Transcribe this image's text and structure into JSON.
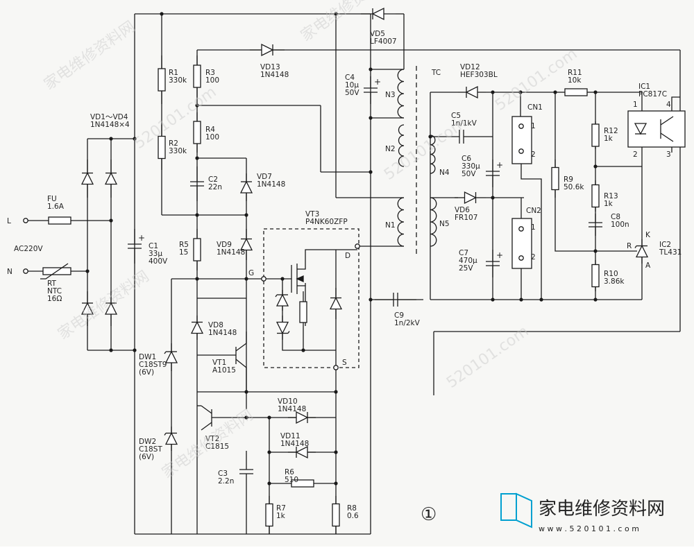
{
  "watermark": {
    "site_cn": "家电维修资料网",
    "site_num": "520101",
    "site_url": "520101.com",
    "logo_text": "家电维修资料网",
    "logo_url": "w w w . 5 2 0 1 0 1 . c o m",
    "color": "#00a0d0"
  },
  "figure_number": "①",
  "inputs": {
    "L": "L",
    "N": "N",
    "ac": "AC220V"
  },
  "components": {
    "vd1_4": [
      "VD1～VD4",
      "1N4148×4"
    ],
    "fu": [
      "FU",
      "1.6A"
    ],
    "rt": [
      "RT",
      "NTC",
      "16Ω"
    ],
    "c1": [
      "C1",
      "33μ",
      "400V"
    ],
    "r1": [
      "R1",
      "330k"
    ],
    "r2": [
      "R2",
      "330k"
    ],
    "r3": [
      "R3",
      "100"
    ],
    "r4": [
      "R4",
      "100"
    ],
    "c2": [
      "C2",
      "22n"
    ],
    "r5": [
      "R5",
      "15"
    ],
    "vd7": [
      "VD7",
      "1N4148"
    ],
    "vd9": [
      "VD9",
      "1N4148"
    ],
    "vd8": [
      "VD8",
      "1N4148"
    ],
    "vd13": [
      "VD13",
      "1N4148"
    ],
    "vd5": [
      "VD5",
      "LF4007"
    ],
    "c4": [
      "C4",
      "10μ",
      "50V"
    ],
    "vt3": [
      "VT3",
      "P4NK60ZFP"
    ],
    "vt1": [
      "VT1",
      "A1015"
    ],
    "vt2": [
      "VT2",
      "C1815"
    ],
    "dw1": [
      "DW1",
      "C18ST9",
      "(6V)"
    ],
    "dw2": [
      "DW2",
      "C18ST",
      "(6V)"
    ],
    "vd10": [
      "VD10",
      "1N4148"
    ],
    "vd11": [
      "VD11",
      "1N4148"
    ],
    "r6": [
      "R6",
      "510"
    ],
    "c3": [
      "C3",
      "2.2n"
    ],
    "r7": [
      "R7",
      "1k"
    ],
    "r8": [
      "R8",
      "0.6"
    ],
    "n1": "N1",
    "n2": "N2",
    "n3": "N3",
    "n4": "N4",
    "n5": "N5",
    "tc": "TC",
    "vd12": [
      "VD12",
      "HEF303BL"
    ],
    "c5": [
      "C5",
      "1n/1kV"
    ],
    "c6": [
      "C6",
      "330μ",
      "50V"
    ],
    "vd6": [
      "VD6",
      "FR107"
    ],
    "c7": [
      "C7",
      "470μ",
      "25V"
    ],
    "c9": [
      "C9",
      "1n/2kV"
    ],
    "cn1": [
      "CN1",
      "1",
      "2"
    ],
    "cn2": [
      "CN2",
      "1",
      "2"
    ],
    "r11": [
      "R11",
      "10k"
    ],
    "r9": [
      "R9",
      "50.6k"
    ],
    "r12": [
      "R12",
      "1k"
    ],
    "r13": [
      "R13",
      "1k"
    ],
    "c8": [
      "C8",
      "100n"
    ],
    "r10": [
      "R10",
      "3.86k"
    ],
    "ic1": [
      "IC1",
      "PC817C",
      "1",
      "2",
      "3",
      "4"
    ],
    "ic2": [
      "IC2",
      "TL431",
      "R",
      "K",
      "A"
    ],
    "pins": {
      "g": "G",
      "d": "D",
      "s": "S"
    }
  }
}
